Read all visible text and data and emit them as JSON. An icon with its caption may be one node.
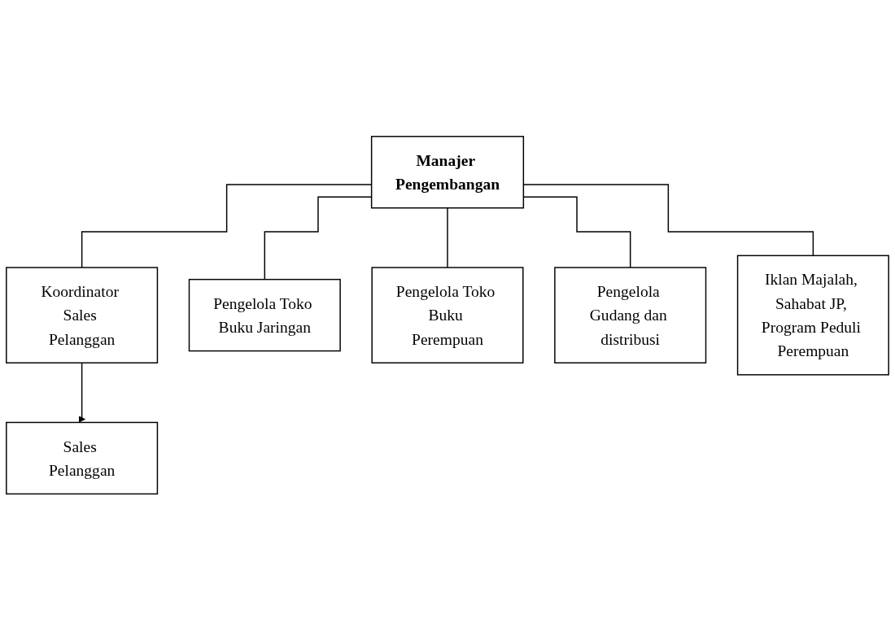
{
  "diagram": {
    "nodes": [
      {
        "text": [
          "Manajer Pengembangan"
        ]
      },
      {
        "text": [
          "Koordinator Sales Pelanggan"
        ]
      },
      {
        "text": [
          "Pengelola Toko Buku Jaringan"
        ]
      },
      {
        "text": [
          "Pengelola Toko Buku Perempuan"
        ]
      },
      {
        "text": [
          "Pengelola Gudang dan distribusi"
        ]
      },
      {
        "text": [
          "Sales Pelanggan"
        ]
      },
      {
        "text": [
          "Iklan Majalah, Sahabat JP, Program Peduli Perempuan"
        ]
      }
    ],
    "edges": [
      {
        "from": 0,
        "to": 1,
        "arrow": "none"
      },
      {
        "from": 0,
        "to": 2,
        "arrow": "none"
      },
      {
        "from": 0,
        "to": 3,
        "arrow": "none"
      },
      {
        "from": 0,
        "to": 4,
        "arrow": "none"
      },
      {
        "from": 0,
        "to": 6,
        "arrow": "none"
      },
      {
        "from": 1,
        "to": 5,
        "arrow": "to"
      }
    ]
  }
}
